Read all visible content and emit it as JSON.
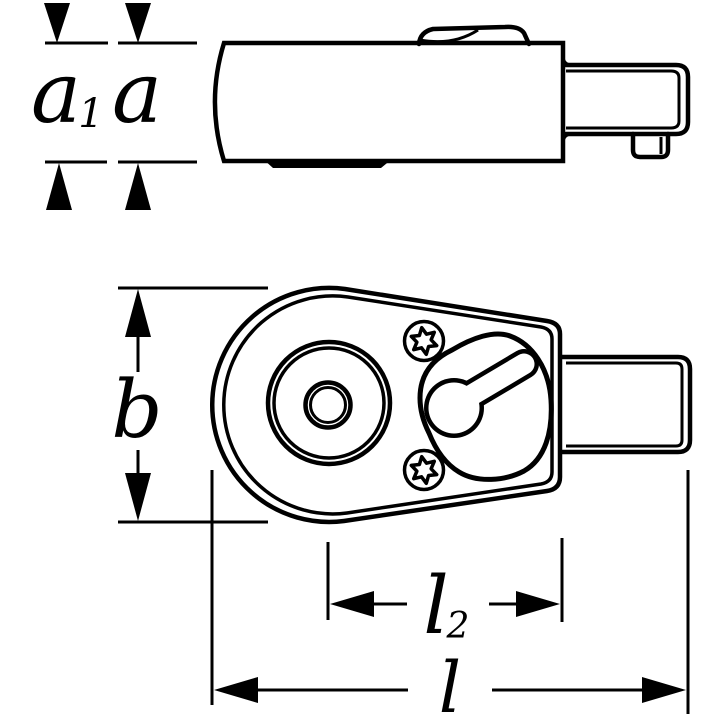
{
  "colors": {
    "line": "#000000",
    "background": "#ffffff"
  },
  "dims": {
    "a1": {
      "base": "a",
      "sub": "1"
    },
    "a": {
      "base": "a"
    },
    "b": {
      "base": "b"
    },
    "l2": {
      "base": "l",
      "sub": "2"
    },
    "l": {
      "base": "l"
    }
  }
}
